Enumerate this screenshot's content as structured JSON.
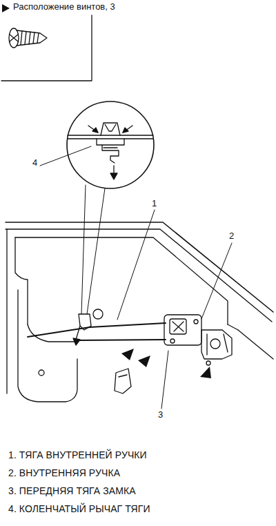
{
  "diagram": {
    "nodes": [],
    "edges": [],
    "labels": [
      "4",
      "1",
      "2",
      "3",
      "1. ТЯГА ВНУТРЕННЕЙ РУЧКИ",
      "2. ВНУТРЕННЯЯ РУЧКА",
      "3. ПЕРЕДНЯЯ ТЯГА ЗАМКА",
      "4. КОЛЕНЧАТЫЙ РЫЧАГ ТЯГИ"
    ],
    "legend": [
      {
        "text": "Расположение винтов, 3"
      }
    ]
  }
}
